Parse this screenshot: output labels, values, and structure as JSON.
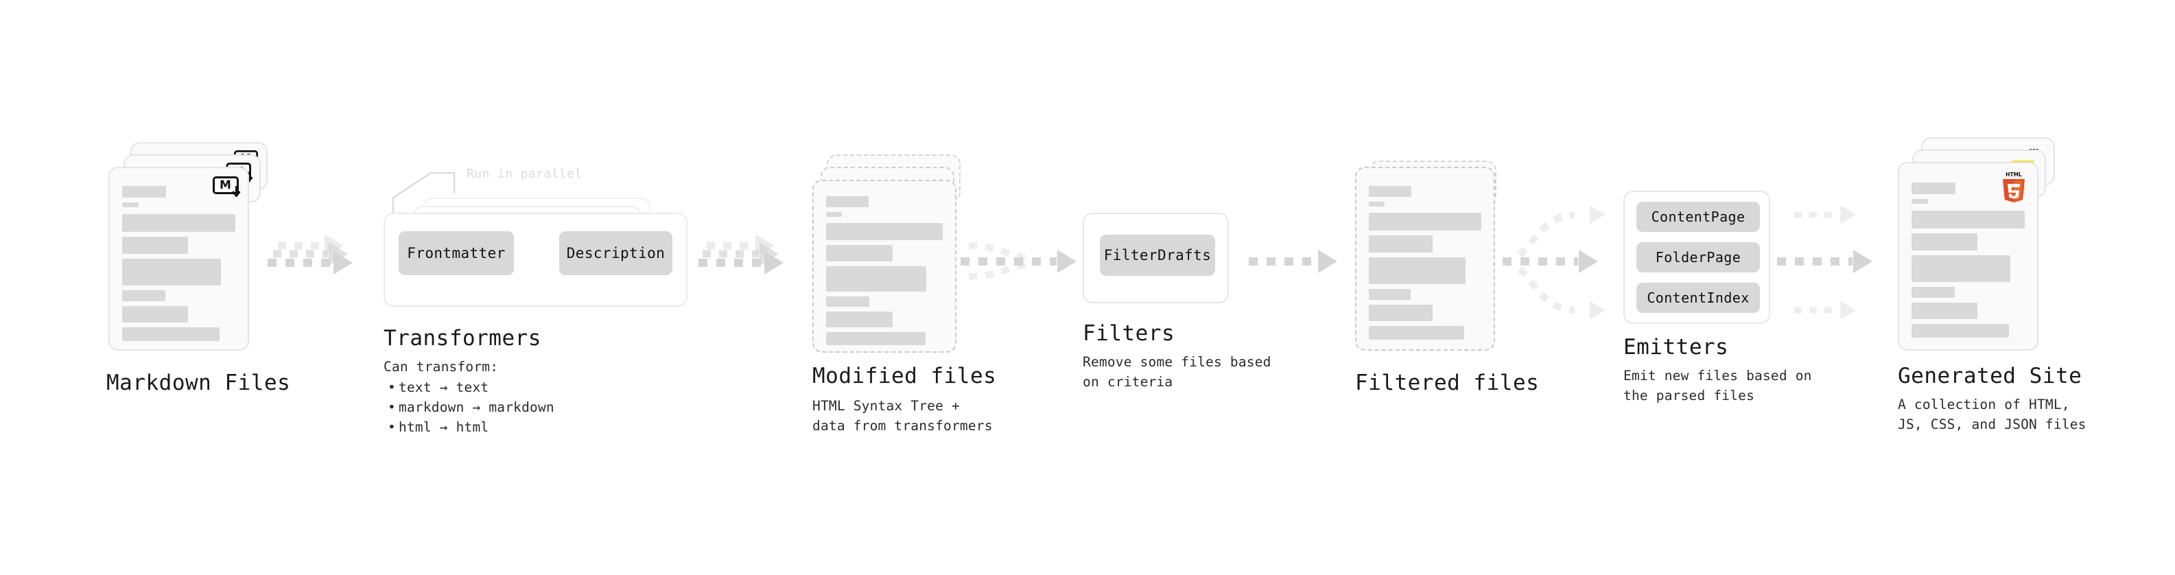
{
  "diagram": {
    "title_font_hint": "monospace",
    "colors": {
      "card_bg": "#fafafa",
      "card_border": "#e4e4e4",
      "dashed_border": "#c9c9c9",
      "skeleton_bar": "#d9d9d9",
      "chip_bg": "#d8d8d8",
      "arrow": "#d5d5d5",
      "text": "#1a1a1a",
      "muted_text": "#dcdcdc",
      "js_yellow": "#f7df1e",
      "css_blue": "#264de4",
      "html5_orange": "#e44d26"
    }
  },
  "stages": [
    {
      "id": "markdown-files",
      "title": "Markdown Files",
      "subtitle": "",
      "badge": "markdown-icon",
      "badge_label": "M"
    },
    {
      "id": "transformers",
      "title": "Transformers",
      "parallel_label": "Run in parallel",
      "chips": [
        "Frontmatter",
        "Description"
      ],
      "bullets_lead": "Can transform:",
      "bullets": [
        "text → text",
        "markdown → markdown",
        "html → html"
      ]
    },
    {
      "id": "modified-files",
      "title": "Modified files",
      "subtitle": "HTML Syntax Tree +\ndata from transformers"
    },
    {
      "id": "filters",
      "title": "Filters",
      "subtitle": "Remove some files based\non criteria",
      "chips": [
        "FilterDrafts"
      ]
    },
    {
      "id": "filtered-files",
      "title": "Filtered files",
      "subtitle": ""
    },
    {
      "id": "emitters",
      "title": "Emitters",
      "subtitle": "Emit new files based on\nthe parsed files",
      "chips": [
        "ContentPage",
        "FolderPage",
        "ContentIndex"
      ]
    },
    {
      "id": "generated-site",
      "title": "Generated Site",
      "subtitle": "A collection of HTML,\nJS, CSS, and JSON files",
      "badges": [
        "html5-icon",
        "js-icon",
        "css-icon"
      ],
      "badge_labels": {
        "html5_top": "HTML",
        "html5_num": "5",
        "css": "CSS"
      }
    }
  ]
}
